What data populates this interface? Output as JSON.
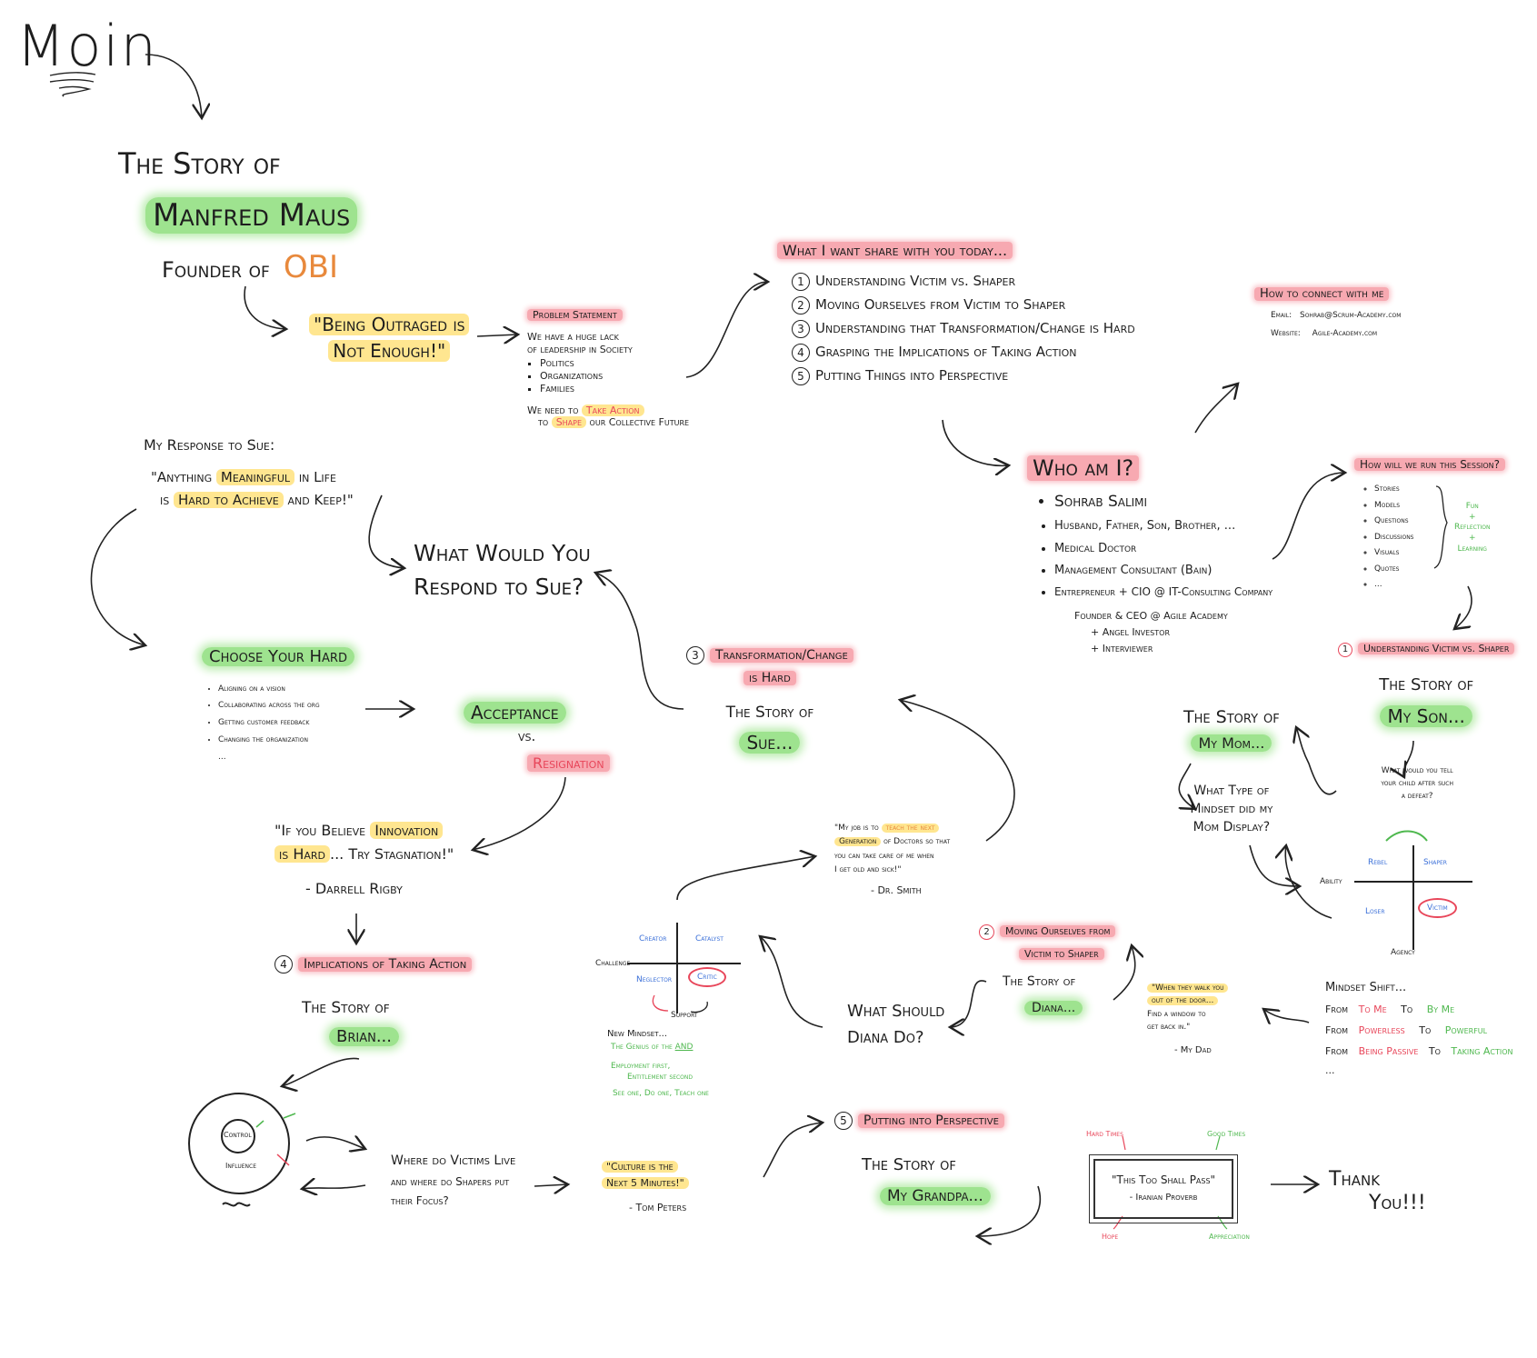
{
  "title": "Moin",
  "story_manfred": {
    "line1": "The Story of",
    "name": "Manfred Maus",
    "founder_prefix": "Founder of",
    "company": "OBI"
  },
  "quote_outraged": {
    "line1": "\"Being Outraged is",
    "line2": "Not Enough!\""
  },
  "problem_statement": {
    "heading": "Problem Statement",
    "line1": "We have a huge lack",
    "line2": "of leadership in Society",
    "items": [
      "Politics",
      "Organizations",
      "Families"
    ],
    "need_prefix": "We need to",
    "need_highlight": "Take Action",
    "to_prefix": "to",
    "to_highlight": "Shape",
    "to_rest": "our Collective Future"
  },
  "agenda": {
    "heading": "What I want share with you today...",
    "items": [
      {
        "num": "1",
        "text": "Understanding Victim vs. Shaper"
      },
      {
        "num": "2",
        "text": "Moving Ourselves from Victim to Shaper"
      },
      {
        "num": "3",
        "text": "Understanding that Transformation/Change is Hard"
      },
      {
        "num": "4",
        "text": "Grasping the Implications of Taking Action"
      },
      {
        "num": "5",
        "text": "Putting Things into Perspective"
      }
    ]
  },
  "connect": {
    "heading": "How to connect with me",
    "email_label": "Email:",
    "email": "Sohrab@Scrum-Academy.com",
    "website_label": "Website:",
    "website": "Agile-Academy.com"
  },
  "response": {
    "heading": "My Response to Sue:",
    "quote_pre": "\"Anything",
    "quote_hl1": "Meaningful",
    "quote_mid": "in Life",
    "quote_line2_pre": "is",
    "quote_hl2": "Hard to Achieve",
    "quote_line2_post": "and Keep!\""
  },
  "respond_question": {
    "line1": "What Would You",
    "line2": "Respond to Sue?"
  },
  "who_am_i": {
    "heading": "Who am I?",
    "items": [
      "Sohrab Salimi",
      "Husband, Father, Son, Brother, ...",
      "Medical Doctor",
      "Management Consultant (Bain)",
      "Entrepreneur + CIO @ IT-Consulting Company"
    ],
    "founder_line": "Founder & CEO @ Agile Academy",
    "angel": "+ Angel Investor",
    "interviewer": "+ Interviewer"
  },
  "session": {
    "heading": "How will we run this Session?",
    "items": [
      "Stories",
      "Models",
      "Questions",
      "Discussions",
      "Visuals",
      "Quotes",
      "..."
    ],
    "side1": "Fun",
    "plus1": "+",
    "side2": "Reflection",
    "plus2": "+",
    "side3": "Learning"
  },
  "choose_hard": {
    "heading": "Choose Your Hard",
    "items": [
      "Aligning on a vision",
      "Collaborating across the org",
      "Getting customer feedback",
      "Changing the organization",
      "..."
    ]
  },
  "acceptance": {
    "word1": "Acceptance",
    "vs": "vs.",
    "word2": "Resignation"
  },
  "transformation": {
    "num": "3",
    "heading1": "Transformation/Change",
    "heading2": "is Hard",
    "story": "The Story of",
    "name": "Sue..."
  },
  "understanding_section": {
    "num": "1",
    "heading": "Understanding Victim vs. Shaper",
    "story": "The Story of",
    "name": "My Son...",
    "question1": "What would you tell",
    "question2": "your child after such",
    "question3": "a defeat?"
  },
  "mom": {
    "story": "The Story of",
    "name": "My Mom...",
    "q1": "What Type of",
    "q2": "Mindset did my",
    "q3": "Mom Display?"
  },
  "agency_chart": {
    "x_label": "Ability",
    "y_label": "Agency",
    "q_rebel": "Rebel",
    "q_shaper": "Shaper",
    "q_loser": "Loser",
    "q_victim": "Victim"
  },
  "stagnation_quote": {
    "pre": "\"If you Believe",
    "hl1": "Innovation",
    "hl2": "is Hard",
    "post": "... Try Stagnation!\"",
    "author": "- Darrell Rigby"
  },
  "dr_smith": {
    "l1_pre": "\"My job is to",
    "l1_hl": "teach the next",
    "l2_hl": "Generation",
    "l2_post": "of Doctors so that",
    "l3": "you can take care of me when",
    "l4": "I get old and sick!\"",
    "author": "- Dr. Smith"
  },
  "implications": {
    "num": "4",
    "heading": "Implications of Taking Action",
    "story": "The Story of",
    "name": "Brian..."
  },
  "mindset_chart": {
    "y_label": "Challenge",
    "x_label": "Support",
    "q_creator": "Creator",
    "q_catalyst": "Catalyst",
    "q_neglector": "Neglector",
    "q_critic": "Critic",
    "new_mindset": "New Mindset...",
    "genius_pre": "The Genius of the",
    "genius_and": "AND",
    "employment1": "Employment first,",
    "employment2": "Entitlement second",
    "see_one": "See one, Do one, Teach one"
  },
  "diana_question": {
    "line1": "What Should",
    "line2": "Diana Do?"
  },
  "moving_section": {
    "num": "2",
    "heading1": "Moving Ourselves from",
    "heading2": "Victim to Shaper",
    "story": "The Story of",
    "name": "Diana..."
  },
  "dad_quote": {
    "l1": "\"When they walk you",
    "l2": "out of the door...",
    "l3": "Find a window to",
    "l4": "get back in.\"",
    "author": "- My Dad"
  },
  "mindset_shift": {
    "heading": "Mindset Shift...",
    "rows": [
      {
        "from": "From",
        "a": "To Me",
        "to": "To",
        "b": "By Me"
      },
      {
        "from": "From",
        "a": "Powerless",
        "to": "To",
        "b": "Powerful"
      },
      {
        "from": "From",
        "a": "Being Passive",
        "to": "To",
        "b": "Taking Action"
      }
    ],
    "ellipsis": "..."
  },
  "circle_model": {
    "inner": "Control",
    "outer": "Influence"
  },
  "victims_question": {
    "l1": "Where do Victims Live",
    "l2": "and where do Shapers put",
    "l3": "their Focus?"
  },
  "culture_quote": {
    "l1": "\"Culture is the",
    "l2": "Next 5 Minutes!\"",
    "author": "- Tom Peters"
  },
  "perspective": {
    "num": "5",
    "heading": "Putting into Perspective",
    "story": "The Story of",
    "name": "My Grandpa..."
  },
  "proverb_box": {
    "quote": "\"This Too Shall Pass\"",
    "source": "- Iranian Proverb",
    "hard_times": "Hard Times",
    "good_times": "Good Times",
    "hope": "Hope",
    "appreciation": "Appreciation"
  },
  "thank_you": {
    "l1": "Thank",
    "l2": "You!!!"
  }
}
